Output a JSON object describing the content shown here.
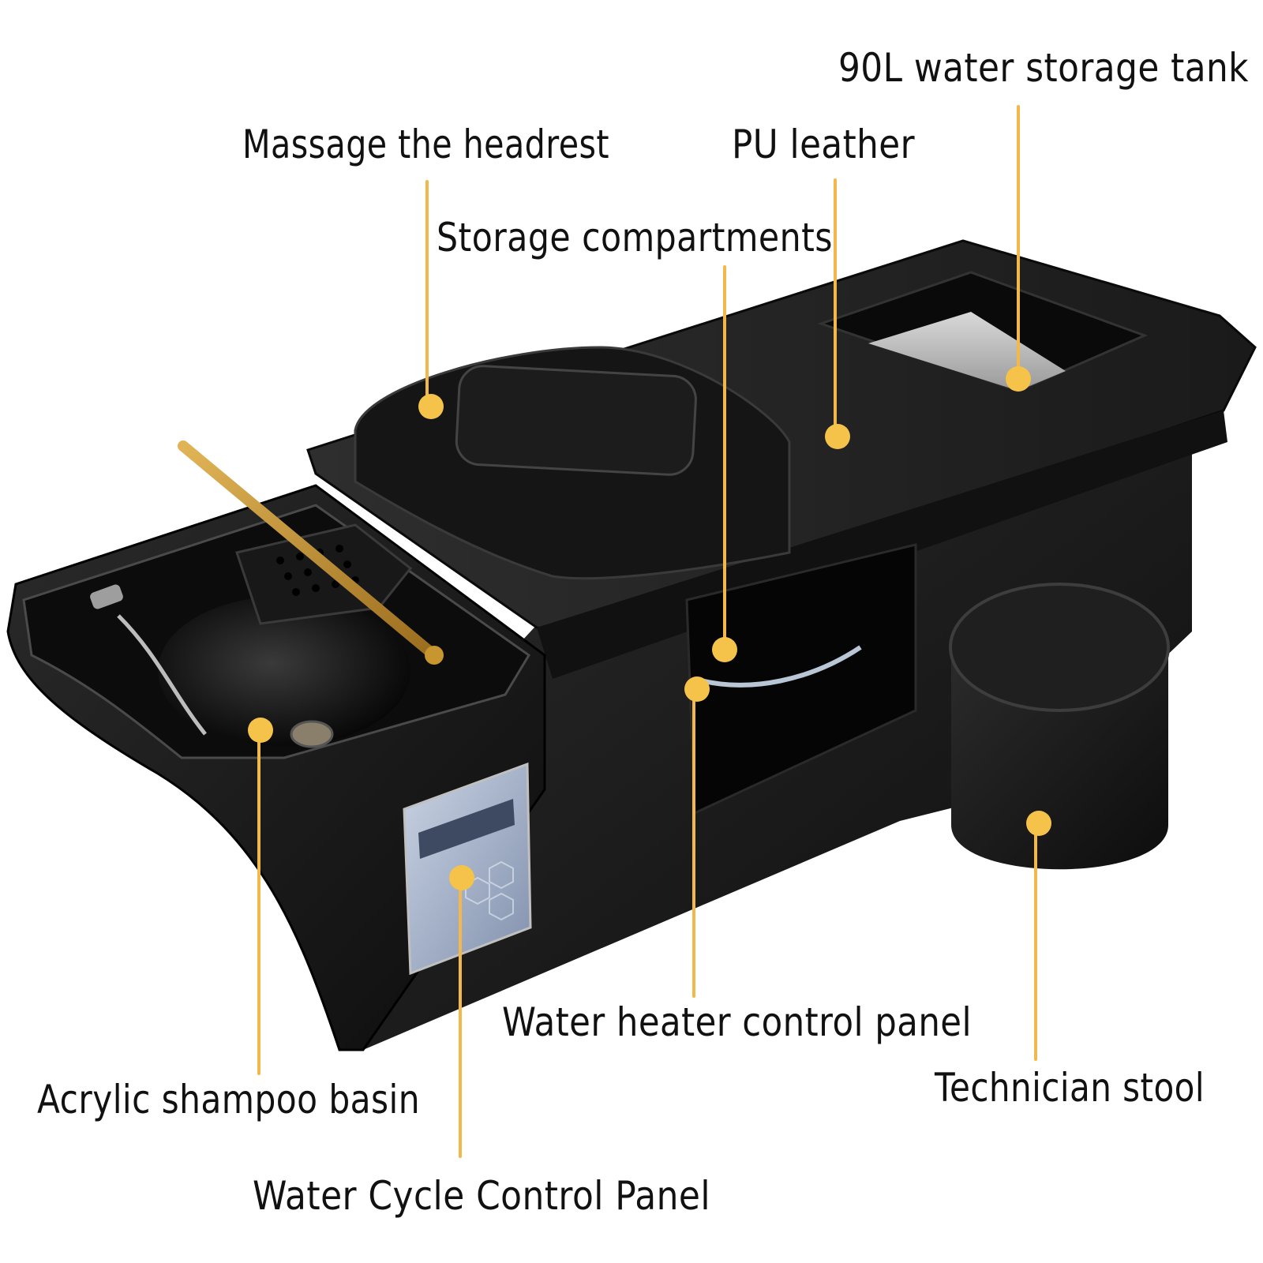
{
  "labels": {
    "water_storage_tank": "90L water storage tank",
    "massage_headrest": "Massage the headrest",
    "pu_leather": "PU leather",
    "storage_compartments": "Storage compartments",
    "water_heater_panel": "Water heater control panel",
    "technician_stool": "Technician stool",
    "shampoo_basin": "Acrylic shampoo basin",
    "water_cycle_panel": "Water Cycle Control Panel"
  },
  "colors": {
    "accent": "#f2b84b",
    "body_black": "#141414",
    "faucet_gold": "#c8962e"
  }
}
